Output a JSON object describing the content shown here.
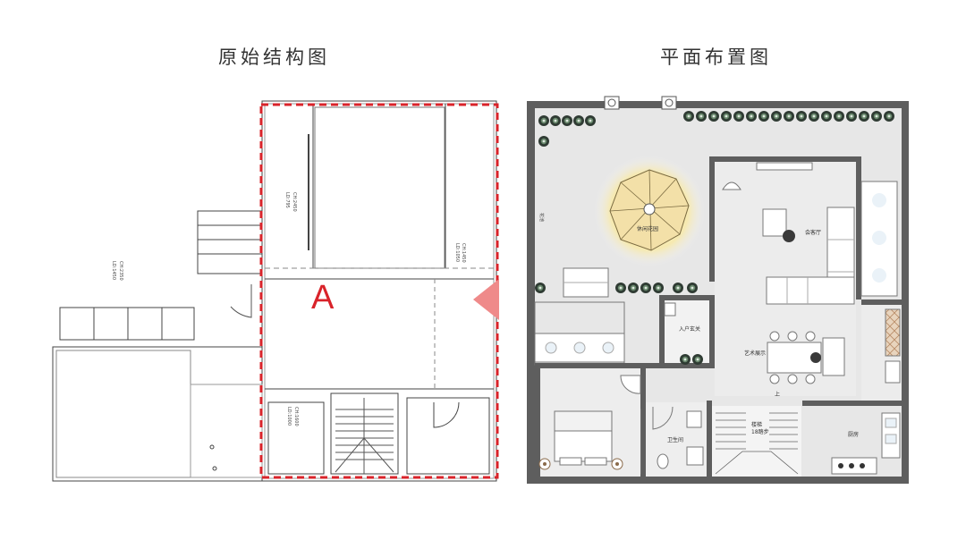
{
  "titles": {
    "left": "原始结构图",
    "right": "平面布置图"
  },
  "left_plan": {
    "zone_label": "A",
    "dim_labels": [
      "LD:795",
      "CH:2450",
      "LD:1050",
      "CH:1450",
      "LD:1000",
      "CH:1600",
      "LD:1450",
      "CH:2350"
    ]
  },
  "right_plan": {
    "rooms": {
      "garden": "休闲花园",
      "lounge": "会客厅",
      "entry": "入户玄关",
      "art_gallery": "艺术展示",
      "bathroom": "卫生间",
      "stairs": "楼梯",
      "stairs_sub": "18踏步",
      "kitchen": "厨房",
      "side": "花池",
      "up": "上"
    }
  },
  "colors": {
    "accent_red": "#d9232a",
    "wall_gray": "#6b6b6b",
    "floor_gray": "#e6e6e6"
  }
}
